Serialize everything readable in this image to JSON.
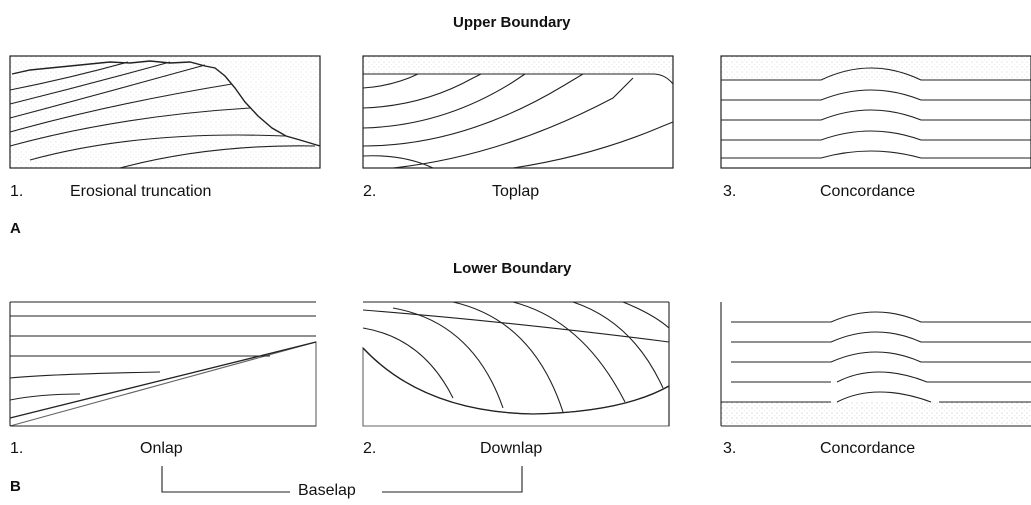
{
  "upper": {
    "title": "Upper Boundary",
    "panels": [
      {
        "num": "1.",
        "label": "Erosional truncation"
      },
      {
        "num": "2.",
        "label": "Toplap"
      },
      {
        "num": "3.",
        "label": "Concordance"
      }
    ],
    "part": "A"
  },
  "lower": {
    "title": "Lower Boundary",
    "panels": [
      {
        "num": "1.",
        "label": "Onlap"
      },
      {
        "num": "2.",
        "label": "Downlap"
      },
      {
        "num": "3.",
        "label": "Concordance"
      }
    ],
    "part": "B",
    "bracket_label": "Baselap"
  }
}
